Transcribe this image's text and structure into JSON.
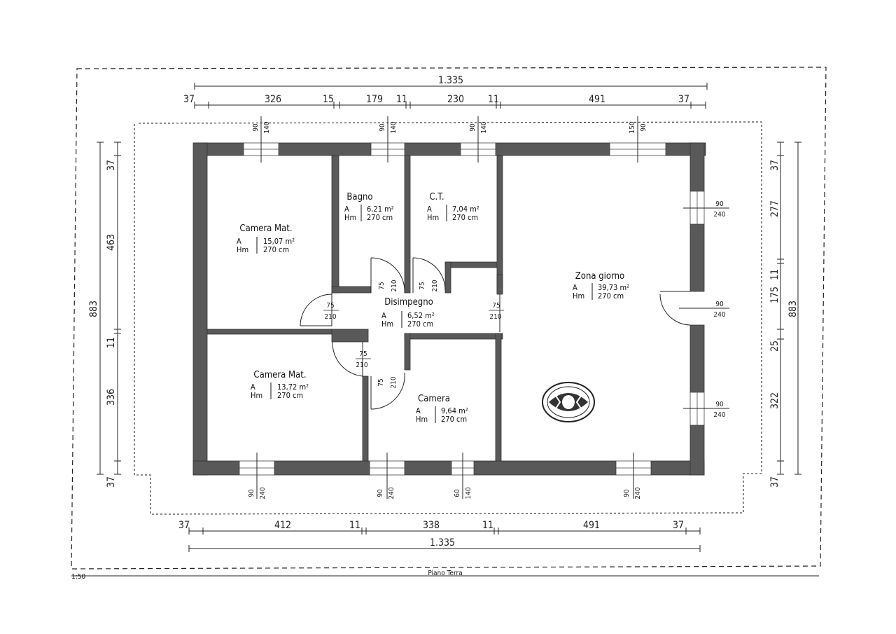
{
  "scale": "1:50",
  "floor_title": "Piano Terra",
  "dims": {
    "top_total": "1.335",
    "top_segments": [
      "37",
      "326",
      "15",
      "179",
      "11",
      "230",
      "11",
      "491",
      "37"
    ],
    "bottom_total": "1.335",
    "bottom_segments": [
      "37",
      "412",
      "11",
      "338",
      "11",
      "491",
      "37"
    ],
    "left_total": "883",
    "left_segments": [
      "37",
      "463",
      "11",
      "336",
      "37"
    ],
    "right_total": "883",
    "right_segments": [
      "37",
      "277",
      "11",
      "175",
      "25",
      "322",
      "37"
    ]
  },
  "rooms": [
    {
      "name": "Camera Mat.",
      "a_label": "A",
      "hm_label": "Hm",
      "area": "15,07 m²",
      "height": "270   cm"
    },
    {
      "name": "Bagno",
      "a_label": "A",
      "hm_label": "Hm",
      "area": "6,21 m²",
      "height": "270  cm"
    },
    {
      "name": "C.T.",
      "a_label": "A",
      "hm_label": "Hm",
      "area": "7,04 m²",
      "height": "270  cm"
    },
    {
      "name": "Zona giorno",
      "a_label": "A",
      "hm_label": "Hm",
      "area": "39,73 m²",
      "height": "270   cm"
    },
    {
      "name": "Disimpegno",
      "a_label": "A",
      "hm_label": "Hm",
      "area": "6,52 m²",
      "height": "270  cm"
    },
    {
      "name": "Camera Mat.",
      "a_label": "A",
      "hm_label": "Hm",
      "area": "13,72 m²",
      "height": "270   cm"
    },
    {
      "name": "Camera",
      "a_label": "A",
      "hm_label": "Hm",
      "area": "9,64 m²",
      "height": "270  cm"
    }
  ],
  "openings": {
    "top_windows": [
      {
        "w": "90",
        "h": "140"
      },
      {
        "w": "90",
        "h": "140"
      },
      {
        "w": "90",
        "h": "140"
      },
      {
        "w": "150",
        "h": "90"
      }
    ],
    "bottom_windows": [
      {
        "w": "90",
        "h": "240"
      },
      {
        "w": "90",
        "h": "240"
      },
      {
        "w": "60",
        "h": "140"
      },
      {
        "w": "90",
        "h": "240"
      }
    ],
    "right_windows": [
      {
        "w": "90",
        "h": "240"
      },
      {
        "w": "90",
        "h": "240"
      },
      {
        "w": "90",
        "h": "240"
      }
    ],
    "doors": [
      {
        "w": "75",
        "h": "210"
      },
      {
        "w": "75",
        "h": "210"
      },
      {
        "w": "75",
        "h": "210"
      },
      {
        "w": "75",
        "h": "210"
      },
      {
        "w": "75",
        "h": "210"
      },
      {
        "w": "75",
        "h": "210"
      }
    ]
  }
}
